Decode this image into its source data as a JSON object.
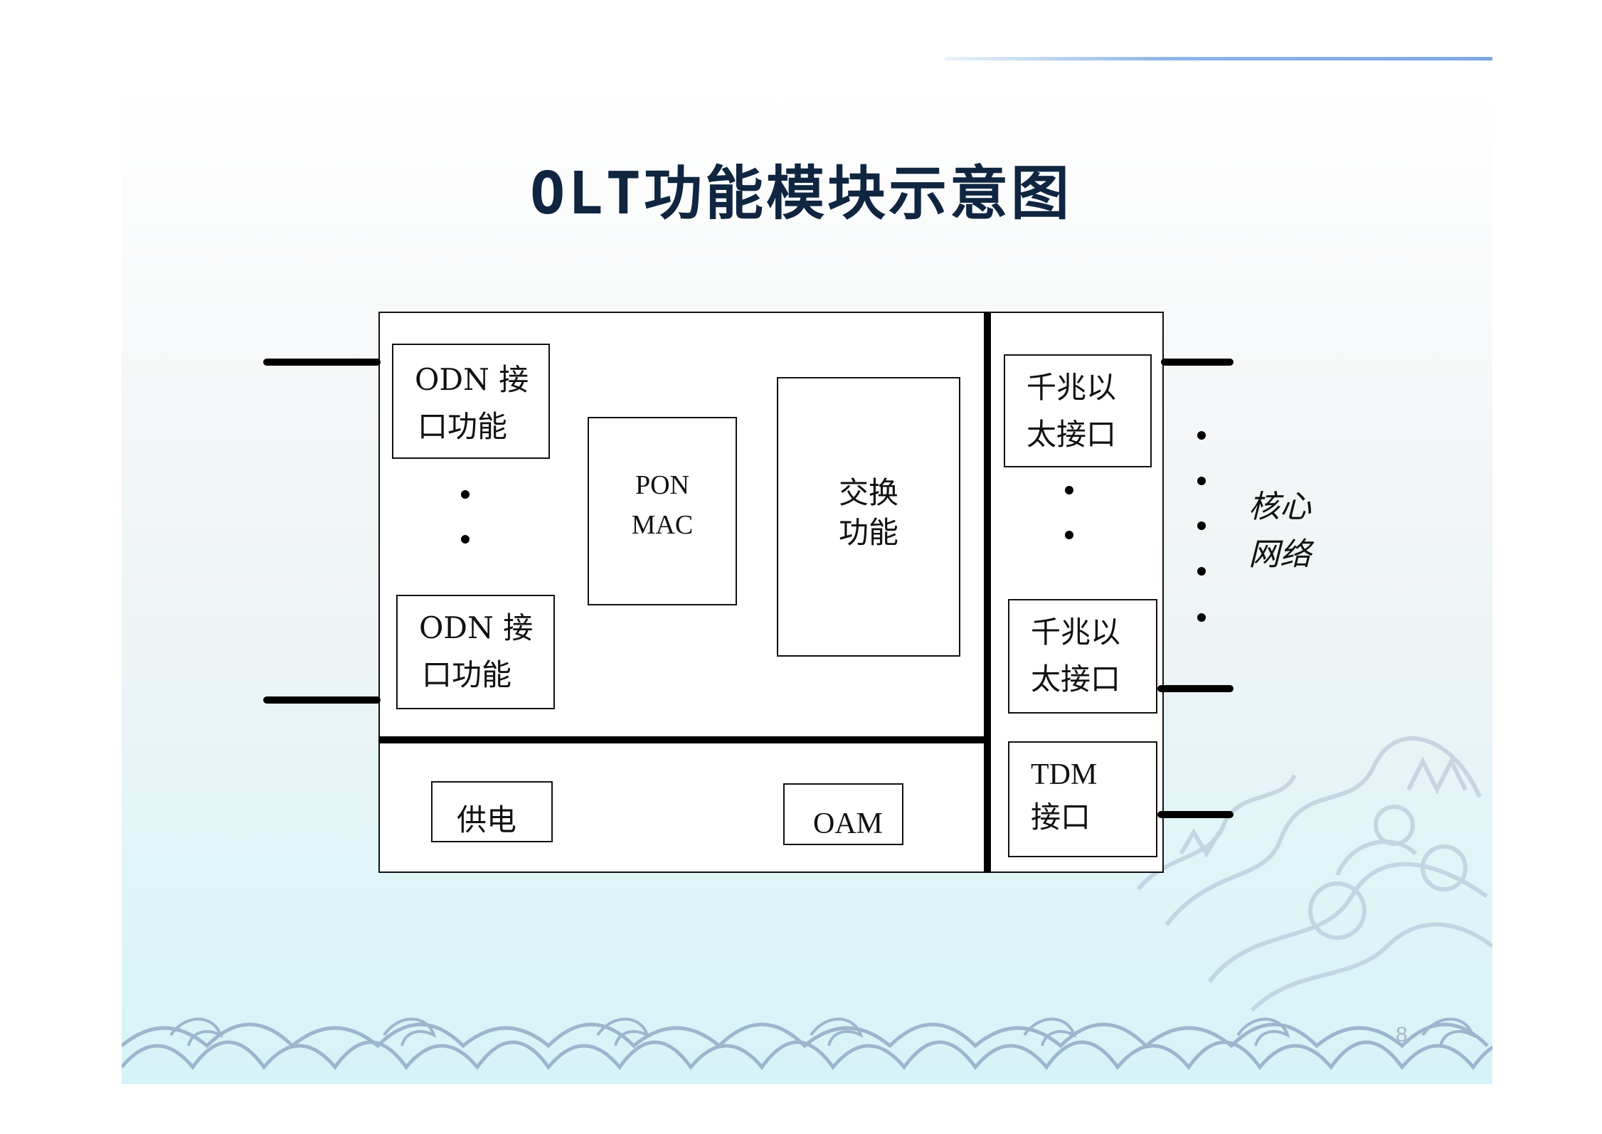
{
  "slide": {
    "title": "OLT功能模块示意图",
    "page_number": "8"
  },
  "diagram": {
    "odn_1": [
      "ODN 接",
      "口功能"
    ],
    "odn_2": [
      "ODN 接",
      "口功能"
    ],
    "pon_mac": [
      "PON",
      "MAC"
    ],
    "switch": [
      "交换",
      "功能"
    ],
    "ge_1": [
      "千兆以",
      "太接口"
    ],
    "ge_2": [
      "千兆以",
      "太接口"
    ],
    "tdm": [
      "TDM",
      "接口"
    ],
    "power": "供电",
    "oam": "OAM",
    "core_network": [
      "核心",
      "网络"
    ]
  },
  "colors": {
    "title": "#0f2540",
    "lines": "#000000",
    "background_bottom": "#d6f3f7",
    "wave": "#9fb4cc"
  }
}
